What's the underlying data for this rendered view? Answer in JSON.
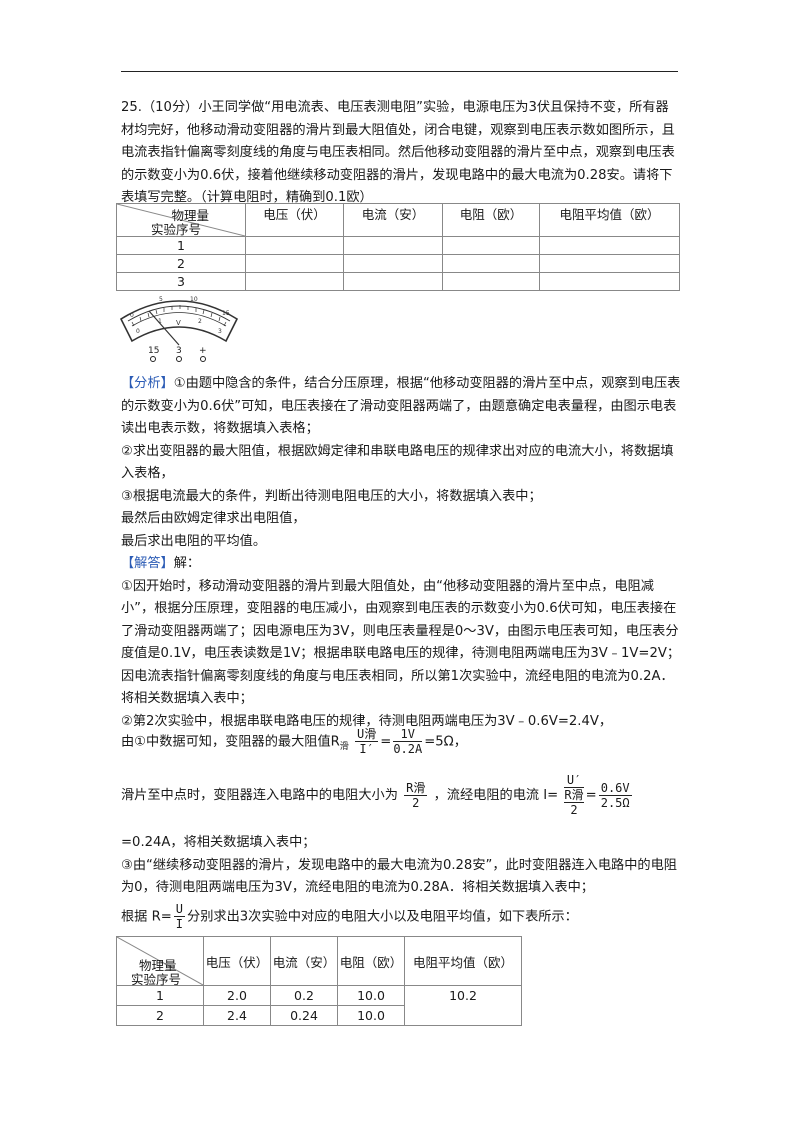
{
  "question": {
    "stem": "25.（10分）小王同学做“用电流表、电压表测电阻”实验，电源电压为3伏且保持不变，所有器材均完好，他移动滑动变阻器的滑片到最大阻值处，闭合电键，观察到电压表示数如图所示，且电流表指针偏离零刻度线的角度与电压表相同。然后他移动变阻器的滑片至中点，观察到电压表的示数变小为0.6伏，接着他继续移动变阻器的滑片，发现电路中的最大电流为0.28安。请将下表填写完整。（计算电阻时，精确到0.1欧）"
  },
  "table1": {
    "diag_top": "物理量",
    "diag_bottom": "实验序号",
    "headers": [
      "电压（伏）",
      "电流（安）",
      "电阻（欧）",
      "电阻平均值（欧）"
    ],
    "rows": [
      "1",
      "2",
      "3"
    ]
  },
  "meter": {
    "scale_top": [
      "0",
      "5",
      "10",
      "15"
    ],
    "scale_bottom": [
      "0",
      "1",
      "2",
      "3"
    ],
    "unit": "V",
    "terminals": [
      "15",
      "3",
      "+"
    ]
  },
  "analysis": {
    "tag": "【分析】",
    "p1": "①由题中隐含的条件，结合分压原理，根据“他移动变阻器的滑片至中点，观察到电压表的示数变小为0.6伏”可知，电压表接在了滑动变阻器两端了，由题意确定电表量程，由图示电表读出电表示数，将数据填入表格；",
    "p2": "②求出变阻器的最大阻值，根据欧姆定律和串联电路电压的规律求出对应的电流大小，将数据填入表格，",
    "p3": "③根据电流最大的条件，判断出待测电阻电压的大小，将数据填入表中；",
    "p4": "最然后由欧姆定律求出电阻值，",
    "p5": "最后求出电阻的平均值。"
  },
  "solution": {
    "tag": "【解答】",
    "tag_tail": "解：",
    "p1": "①因开始时，移动滑动变阻器的滑片到最大阻值处，由“他移动变阻器的滑片至中点，电阻减小”，根据分压原理，变阻器的电压减小，由观察到电压表的示数变小为0.6伏可知，电压表接在了滑动变阻器两端了；因电源电压为3V，则电压表量程是0～3V，由图示电压表可知，电压表分度值是0.1V，电压表读数是1V；根据串联电路电压的规律，待测电阻两端电压为3V﹣1V=2V；",
    "p2": "因电流表指针偏离零刻度线的角度与电压表相同，所以第1次实验中，流经电阻的电流为0.2A．将相关数据填入表中；",
    "p3": "②第2次实验中，根据串联电路电压的规律，待测电阻两端电压为3V﹣0.6V=2.4V，",
    "eq1_pre": "由①中数据可知，变阻器的最大阻值R",
    "eq1_sub": "滑",
    "eq1_n1": "U滑",
    "eq1_d1": "I′",
    "eq1_n2": "1V",
    "eq1_d2": "0.2A",
    "eq1_res": "=5Ω，",
    "eq2_pre": "滑片至中点时，变阻器连入电路中的电阻大小为",
    "eq2_n": "R滑",
    "eq2_d": "2",
    "eq2_mid": "，流经电阻的电流 I=",
    "eq2_n2": "U′",
    "eq2_d2a": "R滑",
    "eq2_d2b": "2",
    "eq2_n3": "0.6V",
    "eq2_d3": "2.5Ω",
    "p4": "=0.24A，将相关数据填入表中；",
    "p5": "③由“继续移动变阻器的滑片，发现电路中的最大电流为0.28安”，此时变阻器连入电路中的电阻为0，待测电阻两端电压为3V，流经电阻的电流为0.28A．将相关数据填入表中；",
    "p6_pre": "根据 R=",
    "p6_n": "U",
    "p6_d": "I",
    "p6_post": "分别求出3次实验中对应的电阻大小以及电阻平均值，如下表所示："
  },
  "table2": {
    "diag_top": "物理量",
    "diag_bottom": "实验序号",
    "headers": [
      "电压（伏）",
      "电流（安）",
      "电阻（欧）",
      "电阻平均值（欧）"
    ],
    "rows": [
      {
        "n": "1",
        "u": "2.0",
        "i": "0.2",
        "r": "10.0"
      },
      {
        "n": "2",
        "u": "2.4",
        "i": "0.24",
        "r": "10.0"
      }
    ],
    "avg": "10.2"
  }
}
